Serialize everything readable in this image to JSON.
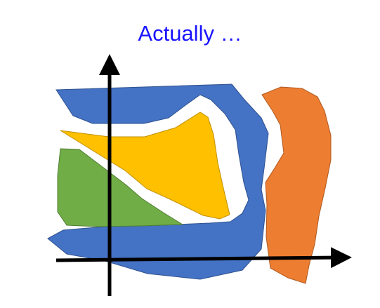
{
  "slide": {
    "title": "Actually …"
  },
  "colors": {
    "title": "#1a14ff",
    "blue_region": "#4472c4",
    "blue_region_stroke": "#2f528f",
    "orange_region": "#ed7d31",
    "orange_region_stroke": "#ae5a21",
    "yellow_region": "#ffc000",
    "yellow_region_stroke": "#bf9000",
    "green_region": "#70ad47",
    "green_region_stroke": "#507e32",
    "axes": "#000000"
  },
  "regions": [
    {
      "name": "blue-region",
      "color_key": "blue_region"
    },
    {
      "name": "orange-region",
      "color_key": "orange_region"
    },
    {
      "name": "yellow-region",
      "color_key": "yellow_region"
    },
    {
      "name": "green-region",
      "color_key": "green_region"
    }
  ]
}
